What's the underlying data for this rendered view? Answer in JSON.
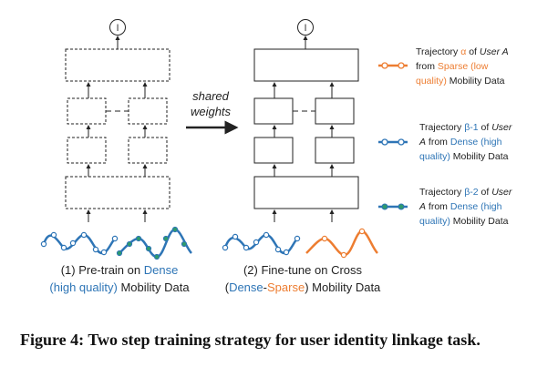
{
  "top_node": "l",
  "shared_weights": {
    "line1": "shared",
    "line2": "weights"
  },
  "left_caption": {
    "line1_pre": "(1) Pre-train on ",
    "line1_hl": "Dense",
    "line2_hl": "(high quality)",
    "line2_post": " Mobility Data"
  },
  "right_caption": {
    "line1": "(2) Fine-tune on Cross",
    "line2_open": "(",
    "line2_dense": "Dense",
    "line2_dash": "-",
    "line2_sparse": "Sparse",
    "line2_close": ")",
    "line2_post": " Mobility Data"
  },
  "legend": {
    "alpha": {
      "l1a": "Trajectory ",
      "l1b": "α",
      "l1c": " of ",
      "l1d": "User A",
      "l2a": "from ",
      "l2b": "Sparse (low",
      "l3a": "quality)",
      "l3b": " Mobility Data",
      "color": "#ed7d31"
    },
    "beta1": {
      "l1a": "Trajectory ",
      "l1b": "β-1",
      "l1c": " of ",
      "l1d": "User",
      "l2a": "A",
      "l2b": " from ",
      "l2c": "Dense (high",
      "l3a": "quality)",
      "l3b": " Mobility Data",
      "color": "#2e75b6"
    },
    "beta2": {
      "l1a": "Trajectory ",
      "l1b": "β-2",
      "l1c": " of ",
      "l1d": "User",
      "l2a": "A",
      "l2b": " from ",
      "l2c": "Dense (high",
      "l3a": "quality)",
      "l3b": " Mobility Data",
      "color": "#2e75b6",
      "fill": "#2e9a6e"
    }
  },
  "caption": "Figure 4: Two step training strategy for user identity linkage task."
}
